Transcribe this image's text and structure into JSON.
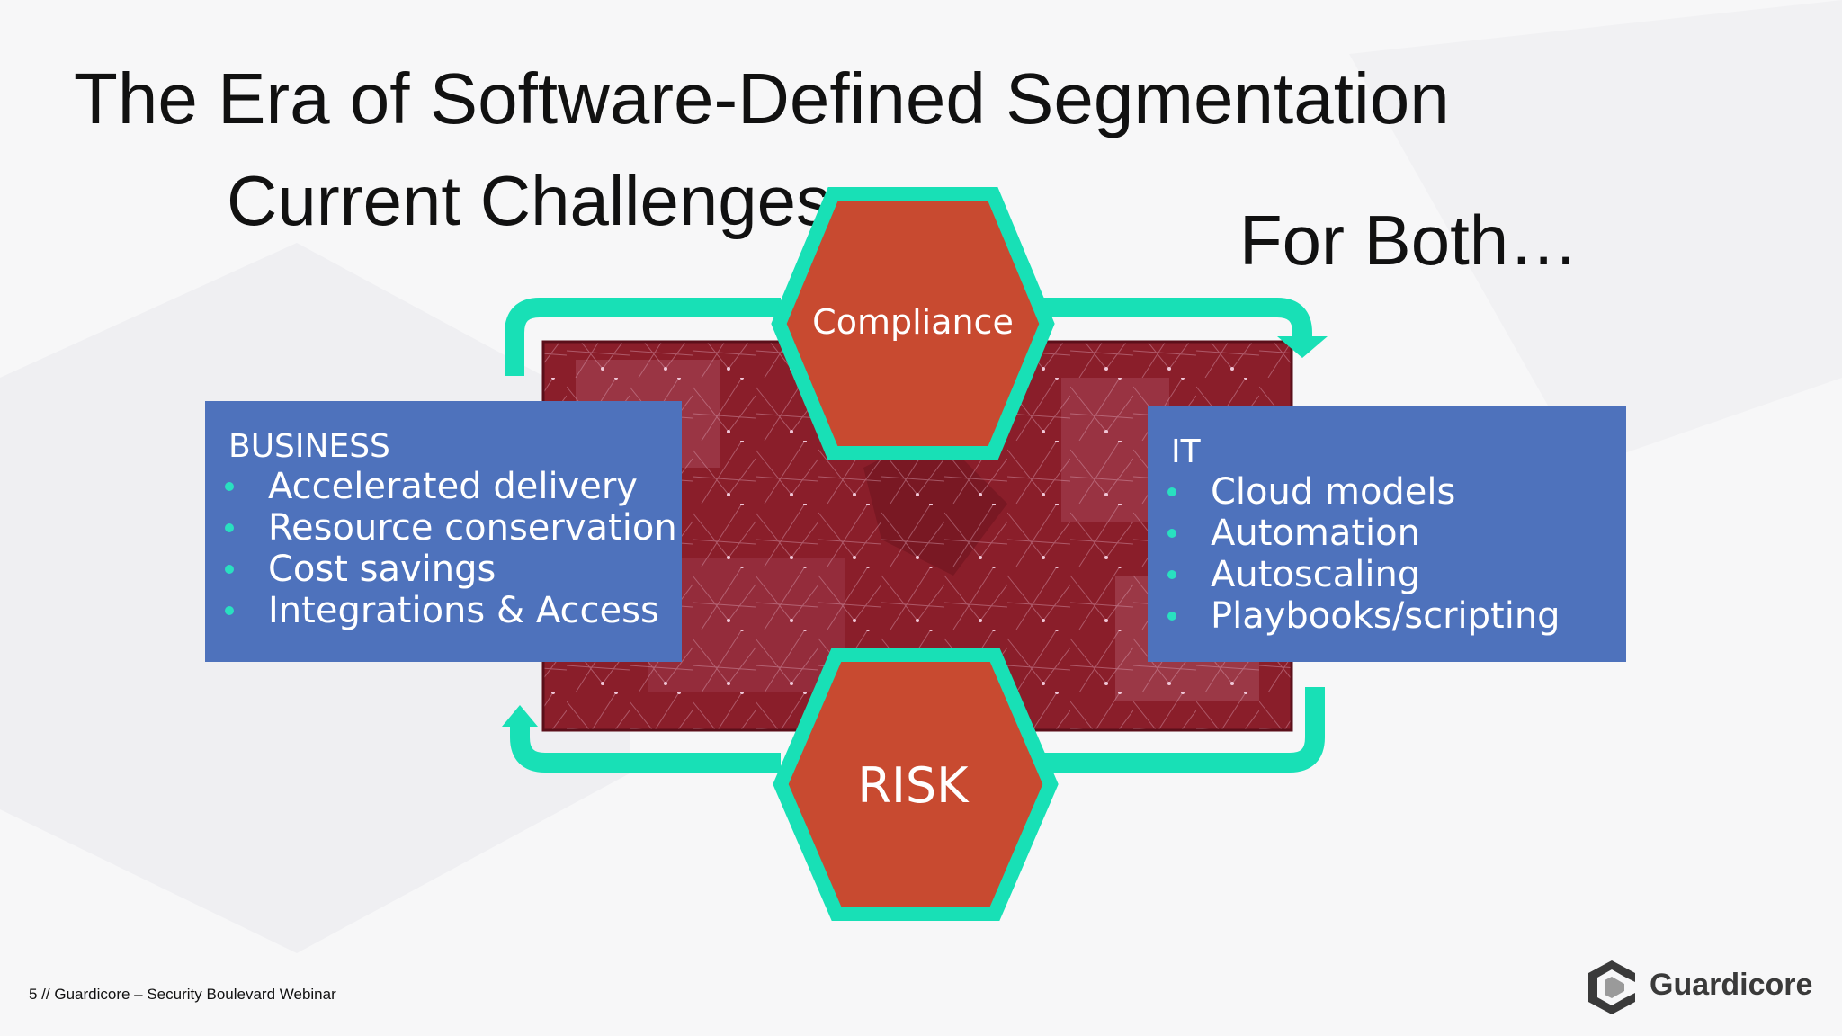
{
  "slide": {
    "title": "The Era of Software-Defined Segmentation",
    "subtitle": "Current Challenges",
    "side_heading": "For Both…"
  },
  "business": {
    "heading": "BUSINESS",
    "items": [
      "Accelerated delivery",
      "Resource conservation",
      "Cost savings",
      "Integrations & Access"
    ]
  },
  "it": {
    "heading": "IT",
    "items": [
      "Cloud models",
      "Automation",
      "Autoscaling",
      "Playbooks/scripting"
    ]
  },
  "hexagons": {
    "top": "Compliance",
    "bottom": "RISK"
  },
  "footer": {
    "text": "5 // Guardicore – Security Boulevard Webinar",
    "logo_text": "Guardicore"
  },
  "colors": {
    "box_blue": "#4e72bc",
    "hex_fill": "#c84a30",
    "hex_border": "#18e0b6",
    "image_tint": "#8a1e2a"
  }
}
